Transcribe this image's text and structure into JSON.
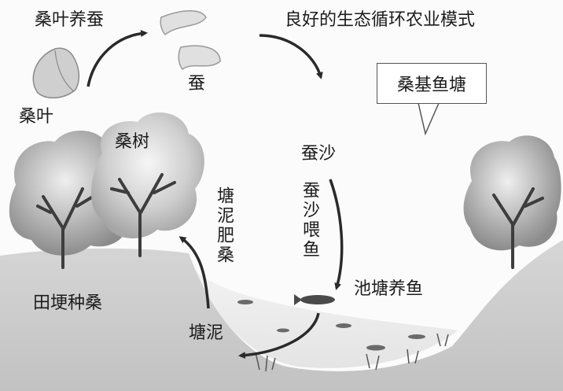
{
  "title": "良好的生态循环农业模式",
  "labels": {
    "mulberry_raise_silkworm": "桑叶养蚕",
    "mulberry_leaf": "桑叶",
    "silkworm": "蚕",
    "mulberry_tree": "桑树",
    "field_ridge": "田埂种桑",
    "pond_mud_fertilize": "塘泥肥桑",
    "pond_mud": "塘泥",
    "silkworm_waste": "蚕沙",
    "waste_feed_fish": "蚕沙喂鱼",
    "pond_fish": "池塘养鱼"
  },
  "callout": "桑基鱼塘"
}
